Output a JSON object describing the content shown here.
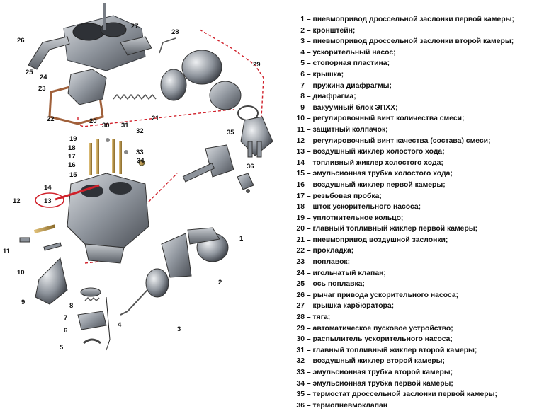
{
  "colors": {
    "metal_dark": "#4a4e55",
    "metal_mid": "#8d939b",
    "metal_light": "#c9cdd2",
    "brass": "#b08a3e",
    "gasket": "#a0603a",
    "red_dash": "#d0202a"
  },
  "diagram": {
    "callouts": [
      "1",
      "2",
      "3",
      "4",
      "5",
      "6",
      "7",
      "8",
      "9",
      "10",
      "11",
      "12",
      "13",
      "14",
      "15",
      "16",
      "17",
      "18",
      "19",
      "20",
      "21",
      "22",
      "23",
      "24",
      "25",
      "26",
      "27",
      "28",
      "29",
      "30",
      "31",
      "32",
      "33",
      "34",
      "35",
      "36"
    ],
    "highlighted_callout": "13"
  },
  "legend": [
    {
      "num": "1",
      "text": " – пневмопривод дроссельной заслонки первой камеры;"
    },
    {
      "num": "2",
      "text": " – кронштейн;"
    },
    {
      "num": "3",
      "text": " – пневмопривод дроссельной заслонки второй камеры;"
    },
    {
      "num": "4",
      "text": " – ускорительный насос;"
    },
    {
      "num": "5",
      "text": " – стопорная пластина;"
    },
    {
      "num": "6",
      "text": " – крышка;"
    },
    {
      "num": "7",
      "text": " – пружина диафрагмы;"
    },
    {
      "num": "8",
      "text": " – диафрагма;"
    },
    {
      "num": "9",
      "text": " – вакуумный блок ЭПХХ;"
    },
    {
      "num": "10",
      "text": " – регулировочный винт количества смеси;"
    },
    {
      "num": "11",
      "text": " – защитный колпачок;"
    },
    {
      "num": "12",
      "text": " – регулировочный винт качества (состава) смеси;"
    },
    {
      "num": "13",
      "text": " – воздушный жиклер холостого хода;"
    },
    {
      "num": "14",
      "text": " – топливный жиклер холостого хода;"
    },
    {
      "num": "15",
      "text": " – эмульсионная трубка холостого хода;"
    },
    {
      "num": "16",
      "text": " – воздушный жиклер первой камеры;"
    },
    {
      "num": "17",
      "text": " – резьбовая пробка;"
    },
    {
      "num": "18",
      "text": " – шток ускорительного насоса;"
    },
    {
      "num": "19",
      "text": " – уплотнительное кольцо;"
    },
    {
      "num": "20",
      "text": " – главный топливный жиклер первой камеры;"
    },
    {
      "num": "21",
      "text": " – пневмопривод воздушной заслонки;"
    },
    {
      "num": "22",
      "text": " – прокладка;"
    },
    {
      "num": "23",
      "text": " – поплавок;"
    },
    {
      "num": "24",
      "text": " – игольчатый клапан;"
    },
    {
      "num": "25",
      "text": " – ось поплавка;"
    },
    {
      "num": "26",
      "text": " – рычаг привода ускорительного насоса;"
    },
    {
      "num": "27",
      "text": " – крышка карбюратора;"
    },
    {
      "num": "28",
      "text": " – тяга;"
    },
    {
      "num": "29",
      "text": " – автоматическое пусковое устройство;"
    },
    {
      "num": "30",
      "text": " – распылитель ускорительного насоса;"
    },
    {
      "num": "31",
      "text": " – главный топливный жиклер второй камеры;"
    },
    {
      "num": "32",
      "text": " – воздушный жиклер второй камеры;"
    },
    {
      "num": "33",
      "text": " – эмульсионная трубка второй камеры;"
    },
    {
      "num": "34",
      "text": " – эмульсионная трубка первой камеры;"
    },
    {
      "num": "35",
      "text": " – термостат дроссельной заслонки первой камеры;"
    },
    {
      "num": "36",
      "text": " – термопневмоклапан"
    }
  ]
}
